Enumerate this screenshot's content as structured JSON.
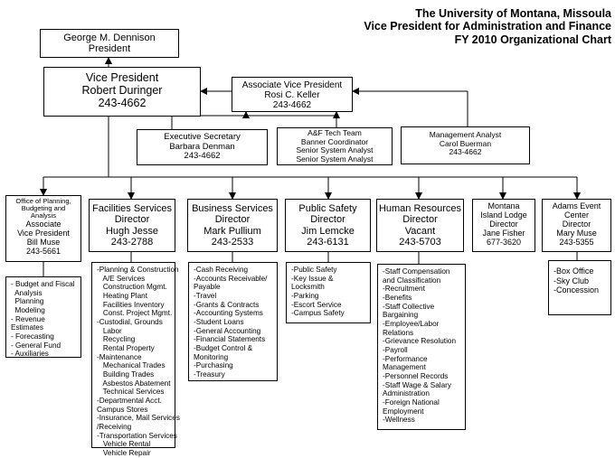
{
  "header": {
    "line1": "The University of Montana, Missoula",
    "line2": "Vice President for Administration and Finance",
    "line3": "FY 2010 Organizational Chart"
  },
  "president": {
    "name": "George M. Dennison",
    "title": "President"
  },
  "vp": {
    "title": "Vice President",
    "name": "Robert Duringer",
    "phone": "243-4662"
  },
  "avp": {
    "title": "Associate Vice President",
    "name": "Rosi C. Keller",
    "phone": "243-4662"
  },
  "exec_secretary": {
    "title": "Executive Secretary",
    "name": "Barbara Denman",
    "phone": "243-4662"
  },
  "tech_team": {
    "title": "A&F Tech Team",
    "lines": [
      "Banner Coordinator",
      "Senior System Analyst",
      "Senior System Analyst"
    ]
  },
  "mgmt_analyst": {
    "title": "Management Analyst",
    "name": "Carol Buerman",
    "phone": "243-4662"
  },
  "departments": [
    {
      "lines": [
        "Office of Planning,",
        "Budgeting and",
        "Analysis",
        "Associate",
        "Vice President",
        "Bill Muse",
        "243-5661"
      ]
    },
    {
      "lines": [
        "Facilities Services",
        "Director",
        "Hugh Jesse",
        "243-2788"
      ]
    },
    {
      "lines": [
        "Business Services",
        "Director",
        "Mark Pullium",
        "243-2533"
      ]
    },
    {
      "lines": [
        "Public Safety",
        "Director",
        "Jim Lemcke",
        "243-6131"
      ]
    },
    {
      "lines": [
        "Human Resources",
        "Director",
        "Vacant",
        "243-5703"
      ]
    },
    {
      "lines": [
        "Montana",
        "Island Lodge",
        "Director",
        "Jane Fisher",
        "677-3620"
      ]
    },
    {
      "lines": [
        "Adams Event",
        "Center",
        "Director",
        "Mary Muse",
        "243-5355"
      ]
    }
  ],
  "lists": [
    {
      "items": [
        "- Budget and Fiscal",
        "  Analysis",
        "  Planning",
        "  Modeling",
        "- Revenue",
        "Estimates",
        "- Forecasting",
        "- General Fund",
        "- Auxiliaries"
      ]
    },
    {
      "items": [
        "-Planning & Construction",
        "   A/E Services",
        "   Construction Mgmt.",
        "   Heating Plant",
        "   Facilities Inventory",
        "   Const. Project Mgmt.",
        "-Custodial, Grounds",
        "   Labor",
        "   Recycling",
        "   Rental Property",
        "-Maintenance",
        "   Mechanical Trades",
        "   Building Trades",
        "   Asbestos Abatement",
        "   Technical Services",
        "-Departmental Acct.",
        "Campus Stores",
        "-Insurance, Mail Services",
        "/Receiving",
        "-Transportation Services",
        "   Vehicle Rental",
        "   Vehicle Repair"
      ]
    },
    {
      "items": [
        "-Cash Receiving",
        "-Accounts Receivable/",
        "Payable",
        "-Travel",
        "-Grants & Contracts",
        "-Accounting Systems",
        "-Student Loans",
        "-General Accounting",
        "-Financial Statements",
        "-Budget Control &",
        "Monitoring",
        "-Purchasing",
        "-Treasury"
      ]
    },
    {
      "items": [
        "-Public Safety",
        "-Key Issue &",
        "Locksmith",
        "-Parking",
        "-Escort Service",
        "-Campus Safety"
      ]
    },
    {
      "items": [
        "-Staff Compensation",
        "and Classification",
        "-Recruitment",
        "-Benefits",
        "-Staff Collective",
        "Bargaining",
        "-Employee/Labor",
        "Relations",
        "-Grievance Resolution",
        "-Payroll",
        "-Performance",
        "Management",
        "-Personnel Records",
        "-Staff Wage & Salary",
        "Administration",
        "-Foreign National",
        "Employment",
        "-Wellness"
      ]
    },
    {
      "items": [
        "-Box Office",
        "-Sky Club",
        "-Concession"
      ]
    }
  ]
}
